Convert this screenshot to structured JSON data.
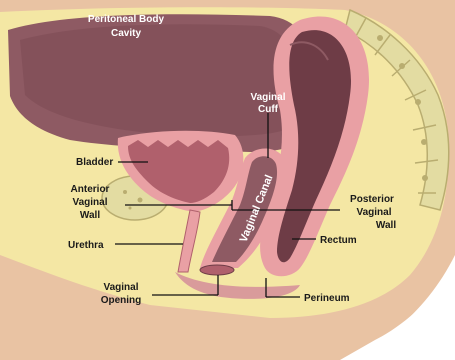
{
  "labels": {
    "peritoneal_line1": "Peritoneal Body",
    "peritoneal_line2": "Cavity",
    "vaginal_cuff_line1": "Vaginal",
    "vaginal_cuff_line2": "Cuff",
    "bladder": "Bladder",
    "anterior_line1": "Anterior",
    "anterior_line2": "Vaginal",
    "anterior_line3": "Wall",
    "urethra": "Urethra",
    "vaginal_canal": "Vaginal Canal",
    "posterior_line1": "Posterior",
    "posterior_line2": "Vaginal",
    "posterior_line3": "Wall",
    "rectum": "Rectum",
    "opening_line1": "Vaginal",
    "opening_line2": "Opening",
    "perineum": "Perineum"
  },
  "colors": {
    "skin": "#e9c3a3",
    "fat": "#f4e7a4",
    "cavity": "#8e5a63",
    "cavity_dark": "#6e3c46",
    "organ_wall": "#e9a0a4",
    "organ_lumen": "#b0606c",
    "spine": "#e3dca2",
    "bone_edge": "#b9ad70",
    "muscle": "#d99b9b"
  }
}
